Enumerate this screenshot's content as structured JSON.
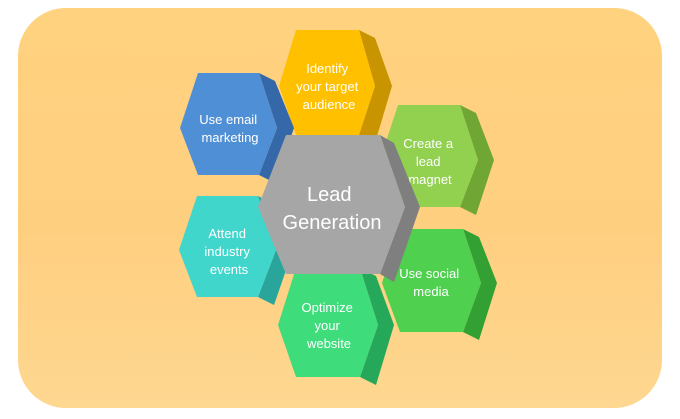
{
  "diagram": {
    "center": {
      "lines": [
        "Lead",
        "Generation"
      ],
      "color": "#a6a6a6",
      "side_color": "#7f7f7f"
    },
    "nodes": [
      {
        "id": "identify",
        "lines": [
          "Identify",
          "your target",
          "audience"
        ],
        "color": "#ffc000",
        "side_color": "#c89400"
      },
      {
        "id": "lead-magnet",
        "lines": [
          "Create a",
          "lead",
          "magnet"
        ],
        "color": "#92d050",
        "side_color": "#6fa634"
      },
      {
        "id": "social",
        "lines": [
          "Use social",
          "media"
        ],
        "color": "#4fd04f",
        "side_color": "#32a032"
      },
      {
        "id": "website",
        "lines": [
          "Optimize",
          "your",
          "website"
        ],
        "color": "#3fdc7c",
        "side_color": "#26a85a"
      },
      {
        "id": "events",
        "lines": [
          "Attend",
          "industry",
          "events"
        ],
        "color": "#40d6cc",
        "side_color": "#2aa59c"
      },
      {
        "id": "email",
        "lines": [
          "Use email",
          "marketing"
        ],
        "color": "#4f8fd6",
        "side_color": "#3468a8"
      }
    ]
  }
}
